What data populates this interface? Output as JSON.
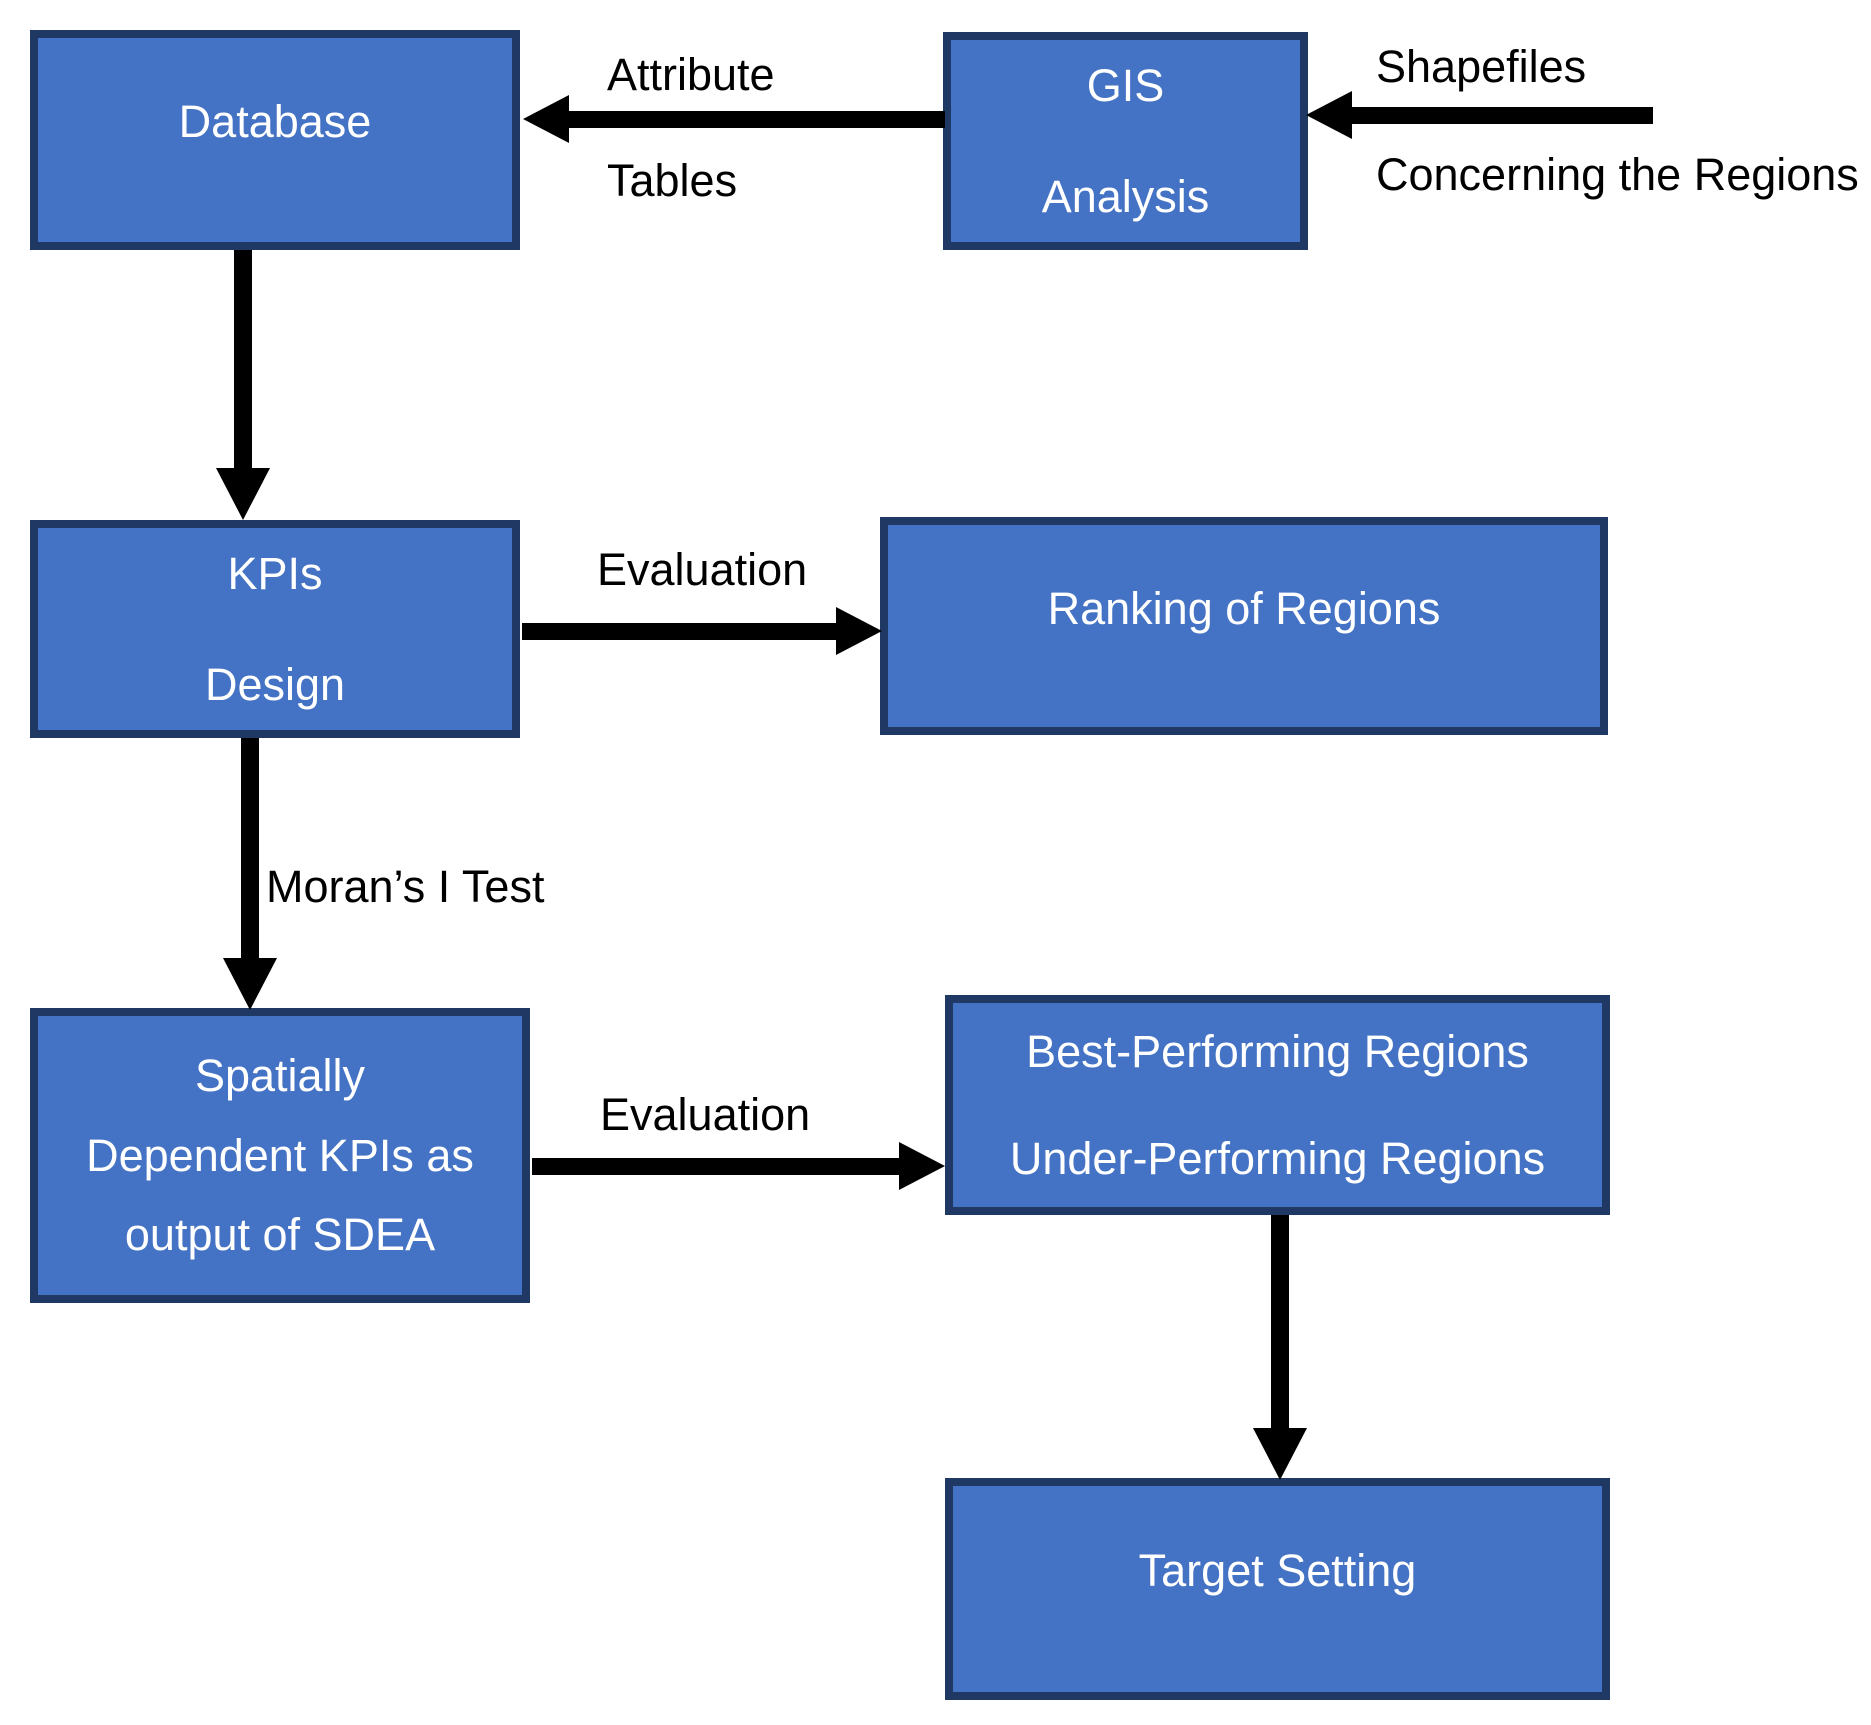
{
  "colors": {
    "box_fill": "#4472C4",
    "box_border": "#1F3864",
    "box_text": "#FFFFFF",
    "arrow": "#000000",
    "label_text": "#000000",
    "background": "#FFFFFF"
  },
  "boxes": {
    "database": {
      "label": "Database"
    },
    "gis_analysis": {
      "lines": [
        "GIS",
        "Analysis"
      ]
    },
    "kpis_design": {
      "lines": [
        "KPIs",
        "Design"
      ]
    },
    "ranking": {
      "label": "Ranking of Regions"
    },
    "sdea": {
      "lines": [
        "Spatially",
        "Dependent KPIs as",
        "output of SDEA"
      ]
    },
    "performance": {
      "lines": [
        "Best-Performing Regions",
        "Under-Performing Regions"
      ]
    },
    "target": {
      "label": "Target Setting"
    }
  },
  "edge_labels": {
    "attribute_tables": [
      "Attribute",
      "Tables"
    ],
    "shapefiles": [
      "Shapefiles",
      "Concerning the Regions"
    ],
    "evaluation_ranking": "Evaluation",
    "morans_i_test": "Moran’s I Test",
    "evaluation_performance": "Evaluation"
  }
}
